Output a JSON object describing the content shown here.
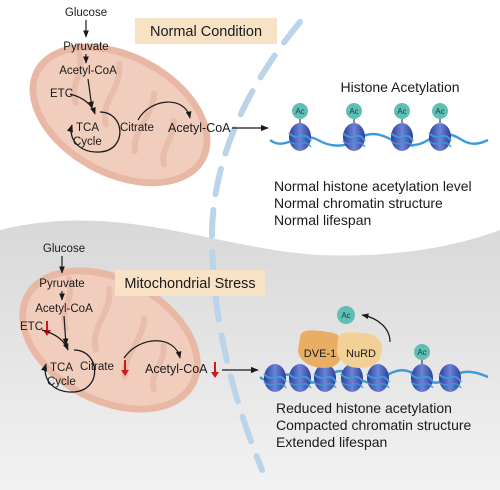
{
  "normal": {
    "condition_label": "Normal Condition",
    "glucose": "Glucose",
    "pyruvate": "Pyruvate",
    "acetyl_coa_mito": "Acetyl-CoA",
    "etc": "ETC",
    "tca_line1": "TCA",
    "tca_line2": "Cycle",
    "citrate": "Citrate",
    "acetyl_coa_cyto": "Acetyl-CoA",
    "histone_title": "Histone Acetylation",
    "ac_mark": "Ac",
    "outcomes": [
      "Normal histone acetylation level",
      "Normal chromatin structure",
      "Normal lifespan"
    ]
  },
  "stress": {
    "condition_label": "Mitochondrial Stress",
    "glucose": "Glucose",
    "pyruvate": "Pyruvate",
    "acetyl_coa_mito": "Acetyl-CoA",
    "etc": "ETC",
    "tca_line1": "TCA",
    "tca_line2": "Cycle",
    "citrate": "Citrate",
    "acetyl_coa_cyto": "Acetyl-CoA",
    "ac_mark": "Ac",
    "dve1": "DVE-1",
    "nurd": "NuRD",
    "outcomes": [
      "Reduced histone acetylation",
      "Compacted chromatin structure",
      "Extended lifespan"
    ]
  },
  "colors": {
    "mito_fill": "#ecc6b6",
    "mito_outer": "#dca793",
    "label_box": "#f8e2c6",
    "stress_bg": "#e4e4e4",
    "nucleosome": "#4a5fb8",
    "dna": "#3d9ad8",
    "ac_ball": "#5fbfb3",
    "down_arrow": "#d01818",
    "dve1": "#e9ad63",
    "nurd": "#f1cd8e",
    "dashed_divider": "#b8d2e8"
  }
}
